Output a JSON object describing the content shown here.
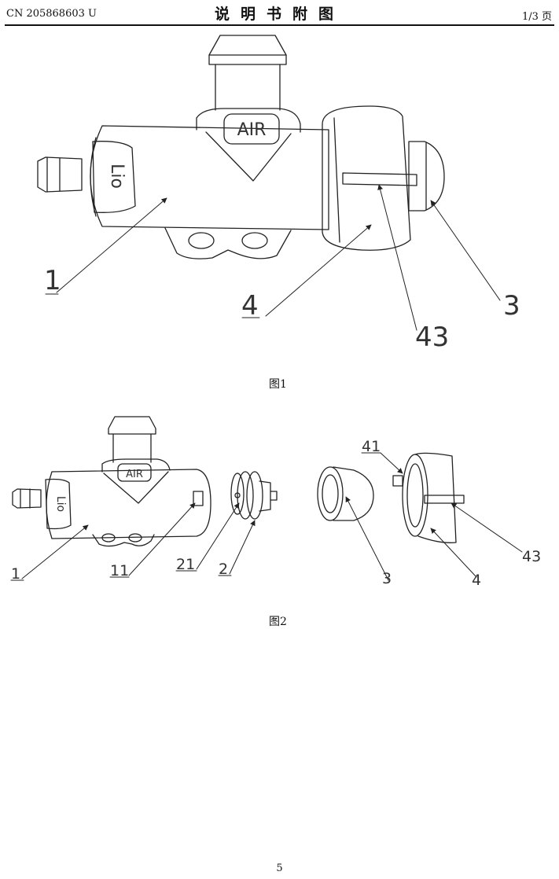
{
  "header": {
    "patent_no": "CN 205868603 U",
    "title": "说明书附图",
    "page_ratio": "1/3 页"
  },
  "figure1": {
    "caption": "图1",
    "air_text": "AIR",
    "lio_text": "Lio",
    "labels": {
      "l1": "1",
      "l4": "4",
      "l3": "3",
      "l43": "43"
    }
  },
  "figure2": {
    "caption": "图2",
    "air_text": "AIR",
    "lio_text": "Lio",
    "labels": {
      "l1": "1",
      "l11": "11",
      "l21": "21",
      "l2": "2",
      "l3": "3",
      "l41": "41",
      "l4": "4",
      "l43": "43"
    }
  },
  "page_number": "5"
}
